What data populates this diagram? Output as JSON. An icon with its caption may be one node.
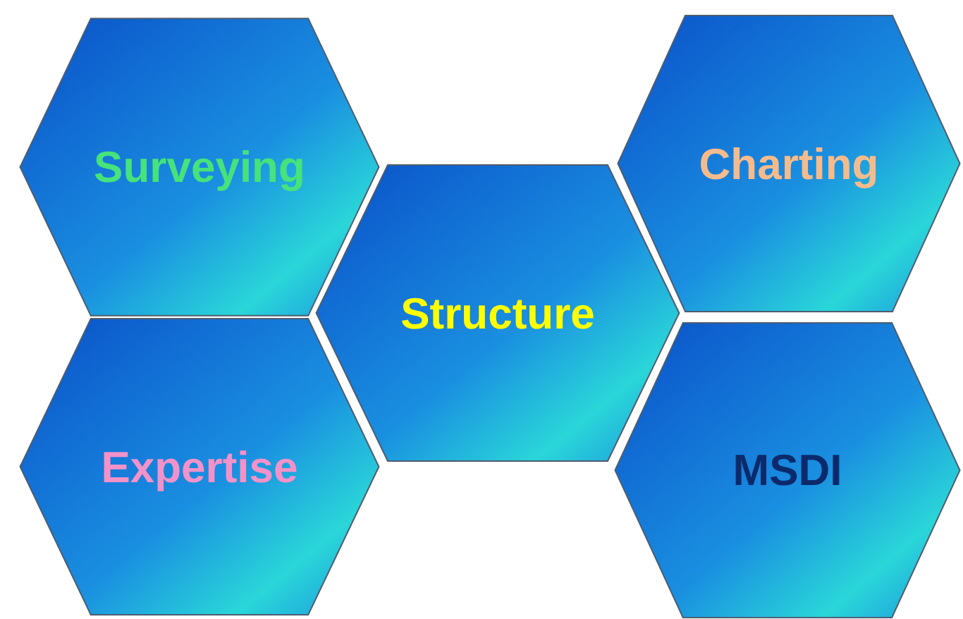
{
  "diagram": {
    "nodes": [
      {
        "text": [
          "Surveying"
        ]
      },
      {
        "text": [
          "Charting"
        ]
      },
      {
        "text": [
          "Structure"
        ]
      },
      {
        "text": [
          "Expertise"
        ]
      },
      {
        "text": [
          "MSDI"
        ]
      }
    ]
  }
}
